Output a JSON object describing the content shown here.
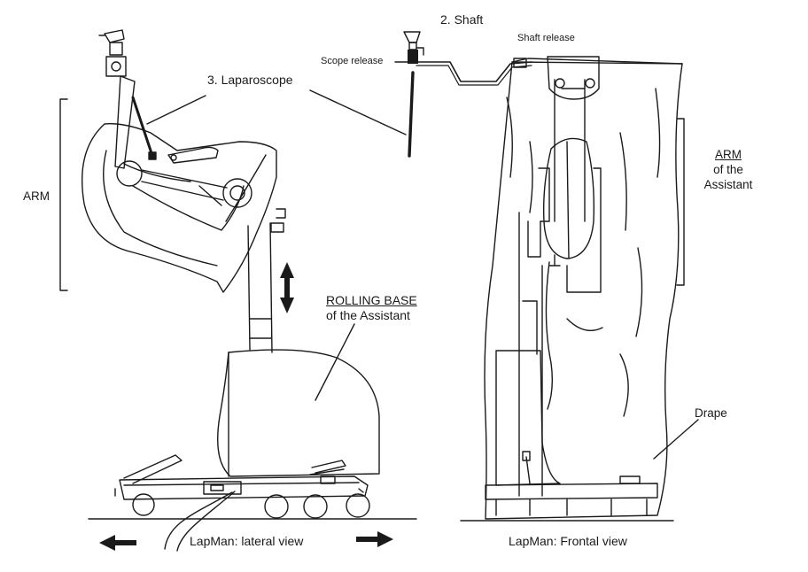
{
  "labels": {
    "laparoscope": "3. Laparoscope",
    "shaft": "2. Shaft",
    "shaft_release": "Shaft release",
    "scope_release": "Scope release",
    "arm_left": "ARM",
    "arm_right_title": "ARM",
    "arm_right_line2": "of the",
    "arm_right_line3": "Assistant",
    "rolling_base_title": "ROLLING BASE",
    "rolling_base_sub": "of the Assistant",
    "drape": "Drape",
    "lateral_caption": "LapMan: lateral view",
    "frontal_caption": "LapMan: Frontal view"
  }
}
